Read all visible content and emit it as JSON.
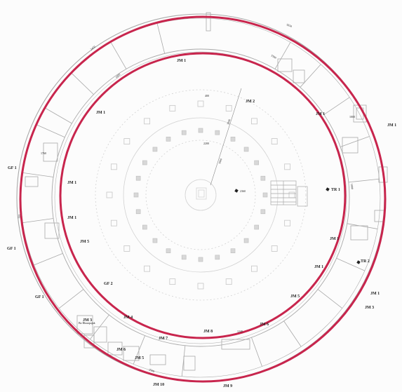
{
  "colors": {
    "ring": "#c8254d",
    "structure": "#a9a9a9",
    "faint": "#d2d2d2",
    "text": "#222222",
    "paper": "#fcfcfc"
  },
  "labels": {
    "gf1_top": "GF 1",
    "gf1_left": "GF 1",
    "gf1_lower": "GF 1",
    "gf2": "GF 2",
    "jm1_top": "JM 1",
    "jm1_left_a": "JM 1",
    "jm1_left_b": "JM 1",
    "jm1_left_c": "JM 1",
    "jm1_right_a": "JM 1",
    "jm1_right_b": "JM 1",
    "jm1_right_c": "JM 1",
    "jm1_right_d": "JM 1",
    "jm1_lower_right": "JM 1",
    "jm2": "JM 2",
    "jm3": "JM 3",
    "jm3_right": "JM 3",
    "jm4": "JM 4",
    "jm5_left": "JM 5",
    "jm5_right": "JM 5",
    "jm5_lower": "JM 5",
    "jm6": "JM 6",
    "jm6_right": "JM 6",
    "jm7": "JM 7",
    "jm8": "JM 8",
    "jm9": "JM 9",
    "jm10": "JM 10",
    "tr1": "TR 1",
    "tr2": "TR 2",
    "center_num": "2360",
    "ne_num": "3940",
    "ne_num2": "400",
    "n_num": "2200",
    "n_num2": "1900",
    "top_arc_num": "2450",
    "top_right_num": "5650",
    "top_right_num2": "5500",
    "left_num": "1760",
    "left_num2": "1900",
    "left_num3": "125",
    "right_num": "1000",
    "right_num2": "1000",
    "bottom_num": "2500",
    "bottom_num2": "1240",
    "small_ref": "Ba Bhaarpajak"
  }
}
